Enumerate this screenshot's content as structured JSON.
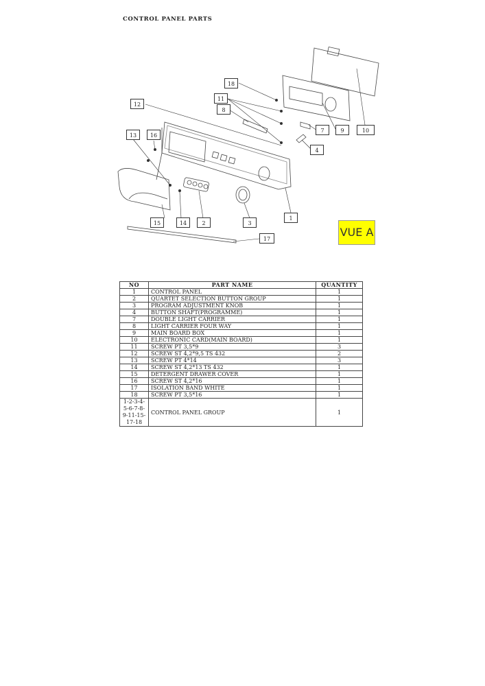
{
  "page_title": "CONTROL PANEL PARTS",
  "view_label": "VUE A",
  "callouts": [
    "18",
    "11",
    "8",
    "12",
    "13",
    "16",
    "7",
    "9",
    "10",
    "4",
    "1",
    "15",
    "14",
    "2",
    "3",
    "17"
  ],
  "table": {
    "headers": {
      "no": "NO",
      "name": "PART NAME",
      "qty": "QUANTITY"
    },
    "rows": [
      {
        "no": "1",
        "name": "CONTROL PANEL",
        "qty": "1"
      },
      {
        "no": "2",
        "name": "QUARTET SELECTION BUTTON GROUP",
        "qty": "1"
      },
      {
        "no": "3",
        "name": "PROGRAM ADJUSTMENT KNOB",
        "qty": "1"
      },
      {
        "no": "4",
        "name": "BUTTON SHAFT(PROGRAMME)",
        "qty": "1"
      },
      {
        "no": "7",
        "name": "DOUBLE LIGHT CARRIER",
        "qty": "1"
      },
      {
        "no": "8",
        "name": "LIGHT CARRIER FOUR WAY",
        "qty": "1"
      },
      {
        "no": "9",
        "name": "MAIN BOARD BOX",
        "qty": "1"
      },
      {
        "no": "10",
        "name": "ELECTRONIC CARD(MAIN BOARD)",
        "qty": "1"
      },
      {
        "no": "11",
        "name": "SCREW PT 3,5*9",
        "qty": "3"
      },
      {
        "no": "12",
        "name": "SCREW ST 4,2*9,5 TS 432",
        "qty": "2"
      },
      {
        "no": "13",
        "name": "SCREW PT 4*14",
        "qty": "3"
      },
      {
        "no": "14",
        "name": "SCREW ST 4,2*13 TS 432",
        "qty": "1"
      },
      {
        "no": "15",
        "name": "DETERGENT DRAWER COVER",
        "qty": "1"
      },
      {
        "no": "16",
        "name": "SCREW ST 4,2*16",
        "qty": "1"
      },
      {
        "no": "17",
        "name": "ISOLATION BAND WHITE",
        "qty": "1"
      },
      {
        "no": "18",
        "name": "SCREW PT 3,5*16",
        "qty": "1"
      }
    ],
    "group_row": {
      "no_lines": [
        "1-2-3-4-",
        "5-6-7-8-",
        "9-11-15-",
        "17-18"
      ],
      "name": "CONTROL PANEL GROUP",
      "qty": "1"
    }
  }
}
